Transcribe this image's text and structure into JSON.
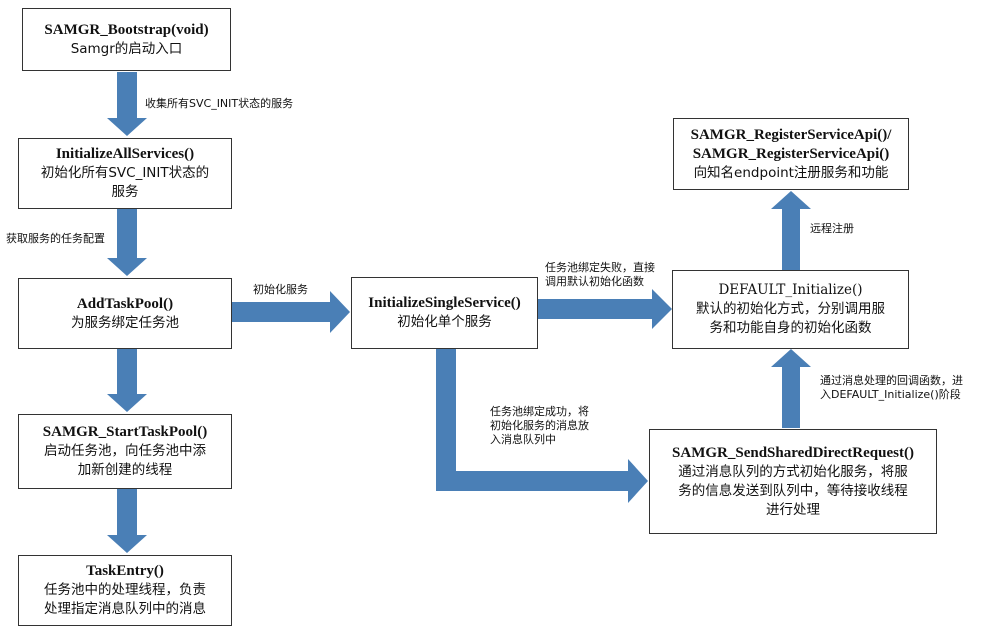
{
  "colors": {
    "arrow": "#4a7fb6",
    "border": "#333333",
    "text": "#111111"
  },
  "nodes": {
    "bootstrap": {
      "title": "SAMGR_Bootstrap(void)",
      "lines": [
        "Samgr的启动入口"
      ]
    },
    "init_all": {
      "title": "InitializeAllServices()",
      "lines": [
        "初始化所有SVC_INIT状态的",
        "服务"
      ]
    },
    "add_pool": {
      "title": "AddTaskPool()",
      "lines": [
        "为服务绑定任务池"
      ]
    },
    "start_pool": {
      "title": "SAMGR_StartTaskPool()",
      "lines": [
        "启动任务池，向任务池中添",
        "加新创建的线程"
      ]
    },
    "task_entry": {
      "title": "TaskEntry()",
      "lines": [
        "任务池中的处理线程，负责",
        "处理指定消息队列中的消息"
      ]
    },
    "init_single": {
      "title": "InitializeSingleService()",
      "lines": [
        "初始化单个服务"
      ]
    },
    "register": {
      "title_lines": [
        "SAMGR_RegisterServiceApi()/",
        "SAMGR_RegisterServiceApi()"
      ],
      "lines": [
        "向知名endpoint注册服务和功能"
      ]
    },
    "default_init": {
      "title": "DEFAULT_Initialize()",
      "lines": [
        "默认的初始化方式，分别调用服",
        "务和功能自身的初始化函数"
      ]
    },
    "send_shared": {
      "title": "SAMGR_SendSharedDirectRequest()",
      "lines": [
        "通过消息队列的方式初始化服务，将服",
        "务的信息发送到队列中，等待接收线程",
        "进行处理"
      ]
    }
  },
  "edge_labels": {
    "collect": [
      "收集所有SVC_INIT状态的服务"
    ],
    "get_config": [
      "获取服务的任务配置"
    ],
    "init_service": [
      "初始化服务"
    ],
    "bind_fail": [
      "任务池绑定失败，直接",
      "调用默认初始化函数"
    ],
    "remote_register": [
      "远程注册"
    ],
    "bind_success": [
      "任务池绑定成功，将",
      "初始化服务的消息放",
      "入消息队列中"
    ],
    "callback": [
      "通过消息处理的回调函数，进",
      "入DEFAULT_Initialize()阶段"
    ]
  }
}
